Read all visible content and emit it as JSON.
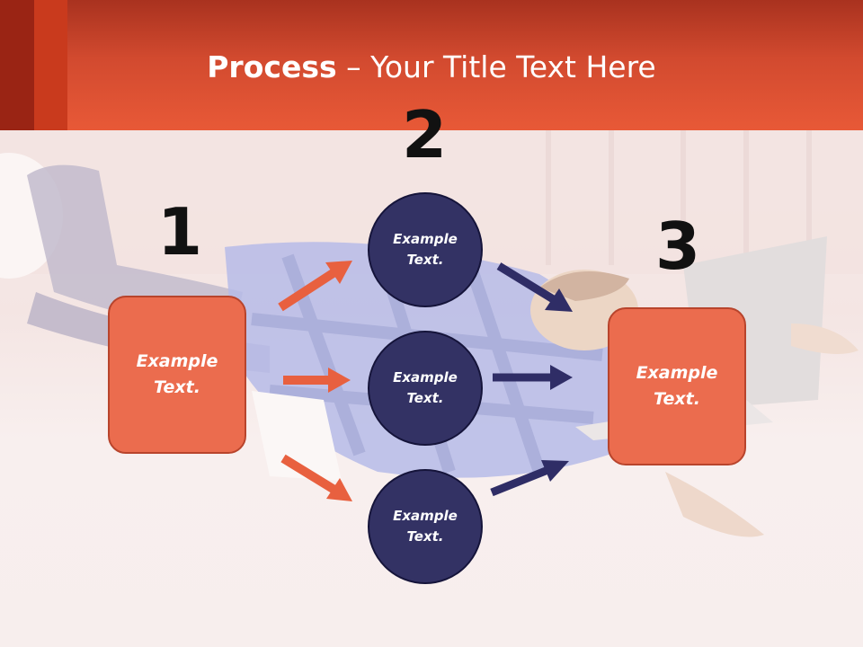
{
  "title": {
    "bold": "Process",
    "rest": " – Your Title Text Here"
  },
  "steps": [
    {
      "number": "1",
      "label": "Example\nText."
    },
    {
      "number": "2",
      "labels": [
        "Example\nText.",
        "Example\nText.",
        "Example\nText."
      ]
    },
    {
      "number": "3",
      "label": "Example\nText."
    }
  ],
  "colors": {
    "header": "#e85937",
    "box": "#eb6c4e",
    "circle": "#333264",
    "arrow_orange": "#e8603f",
    "arrow_navy": "#2f2d66"
  }
}
